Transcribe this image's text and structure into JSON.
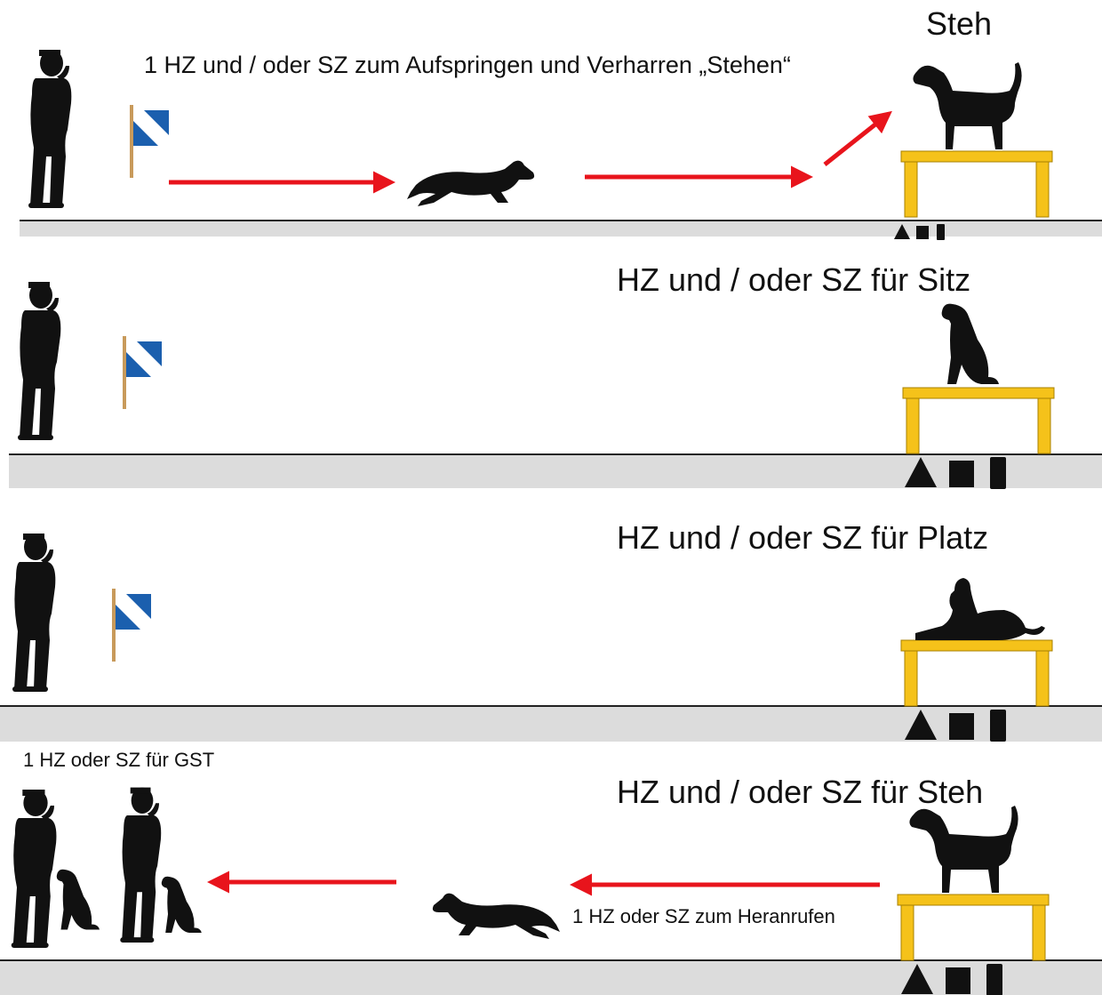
{
  "panels": [
    {
      "id": "steh-jump",
      "title": "Steh",
      "instruction": "1 HZ und / oder SZ zum Aufspringen und Verharren  „Stehen“"
    },
    {
      "id": "sitz",
      "title": "HZ und / oder SZ für Sitz"
    },
    {
      "id": "platz",
      "title": "HZ und / oder SZ für Platz"
    },
    {
      "id": "steh-recall",
      "title": "HZ und / oder SZ für Steh",
      "gst_label": "1 HZ oder SZ für GST",
      "recall_label": "1 HZ oder SZ zum Heranrufen"
    }
  ],
  "colors": {
    "arrow": "#e8141c",
    "table": "#f5c21a",
    "ground": "#dcdcdc",
    "flag_blue": "#1b5fae",
    "silhouette": "#111111"
  },
  "icons": [
    "handler-silhouette-icon",
    "flag-icon",
    "running-dog-icon",
    "standing-dog-icon",
    "sitting-dog-icon",
    "lying-dog-icon",
    "table-icon",
    "triangle-icon",
    "square-icon",
    "rectangle-icon",
    "arrow-icon"
  ]
}
